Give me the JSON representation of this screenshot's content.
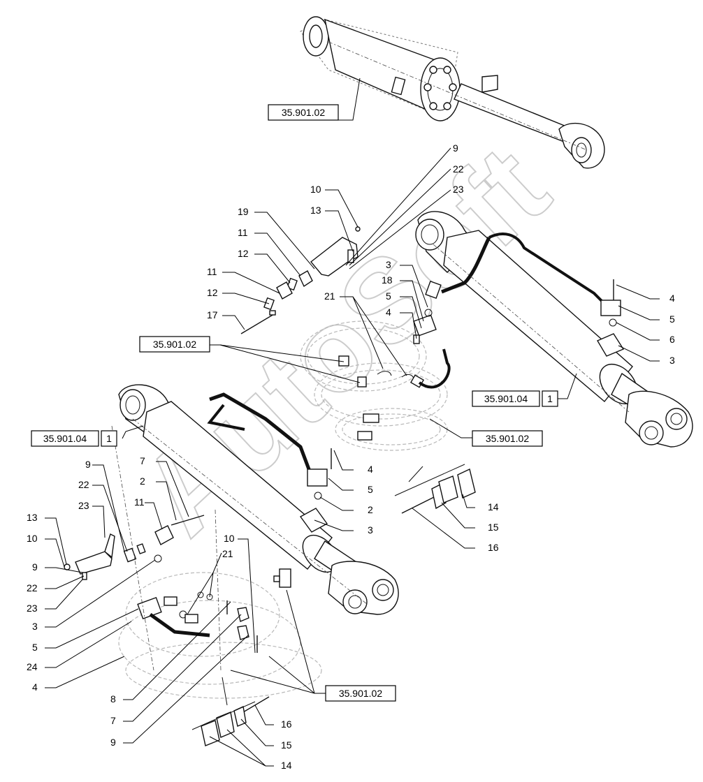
{
  "watermark": "AutoSoft",
  "references": {
    "top_cylinder": "35.901.02",
    "upper_bracket": "35.901.02",
    "right_cylinder": "35.901.04",
    "right_cylinder_item": "1",
    "right_hoses": "35.901.02",
    "left_cylinder": "35.901.04",
    "left_cylinder_item": "1",
    "lower_hoses": "35.901.02"
  },
  "callouts": {
    "r_9": "9",
    "r_22": "22",
    "r_23": "23",
    "u_10": "10",
    "u_13": "13",
    "u_19": "19",
    "u_11a": "11",
    "u_12a": "12",
    "u_11b": "11",
    "u_12b": "12",
    "u_17": "17",
    "m_3": "3",
    "m_18": "18",
    "m_5": "5",
    "m_4": "4",
    "m_21": "21",
    "rc_4": "4",
    "rc_5": "5",
    "rc_6": "6",
    "rc_3": "3",
    "lc_4": "4",
    "lc_5": "5",
    "lc_2": "2",
    "lc_3": "3",
    "rk_14": "14",
    "rk_15": "15",
    "rk_16": "16",
    "l_9": "9",
    "l_7": "7",
    "l_22": "22",
    "l_2": "2",
    "l_23": "23",
    "l_11": "11",
    "l_13": "13",
    "l_10": "10",
    "l_9b": "9",
    "l_22b": "22",
    "l_23b": "23",
    "l_3": "3",
    "l_5": "5",
    "l_24": "24",
    "l_4": "4",
    "b_10": "10",
    "b_21": "21",
    "b_8": "8",
    "b_7": "7",
    "b_9": "9",
    "bk_16": "16",
    "bk_15": "15",
    "bk_14": "14"
  }
}
